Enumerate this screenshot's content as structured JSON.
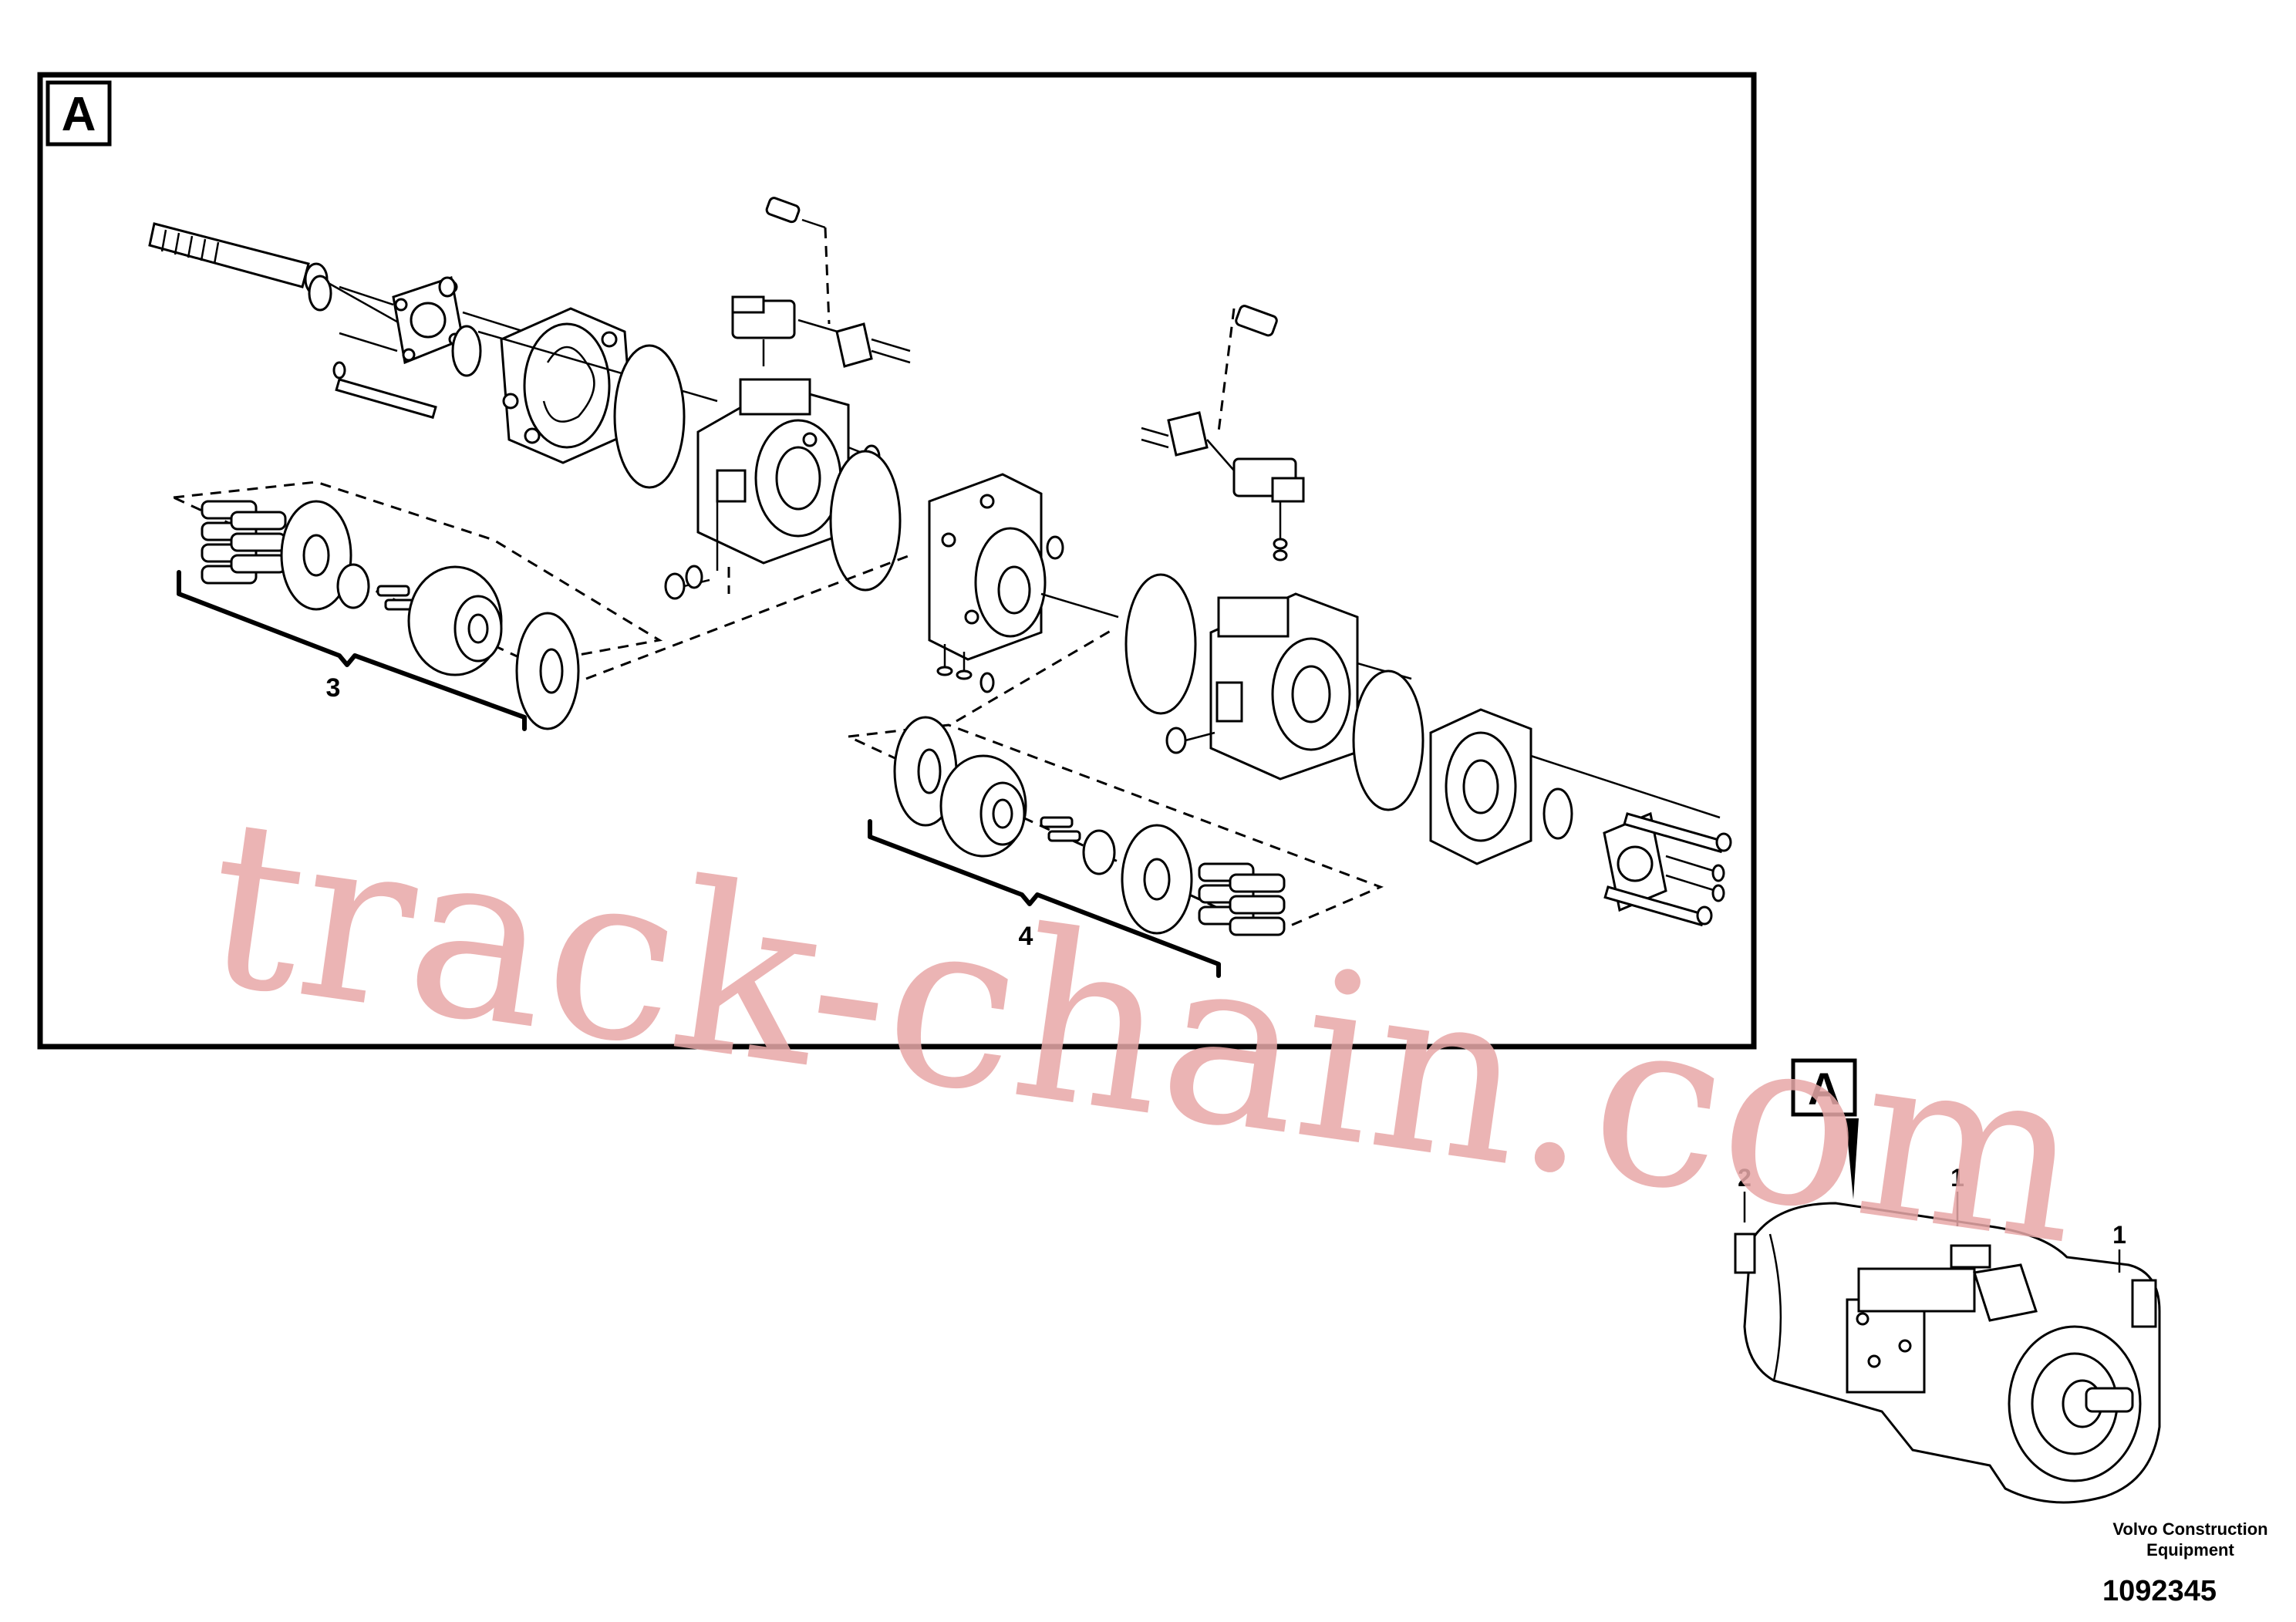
{
  "detail_view": {
    "label": "A",
    "callouts": {
      "assembly_3": "3",
      "assembly_4": "4"
    }
  },
  "overview": {
    "label": "A",
    "callouts": {
      "item_2": "2",
      "item_1_top": "1",
      "item_1_right": "1"
    }
  },
  "watermark": "track-chain.com",
  "footer": {
    "company_line1": "Volvo Construction",
    "company_line2": "Equipment",
    "drawing_number": "1092345"
  }
}
